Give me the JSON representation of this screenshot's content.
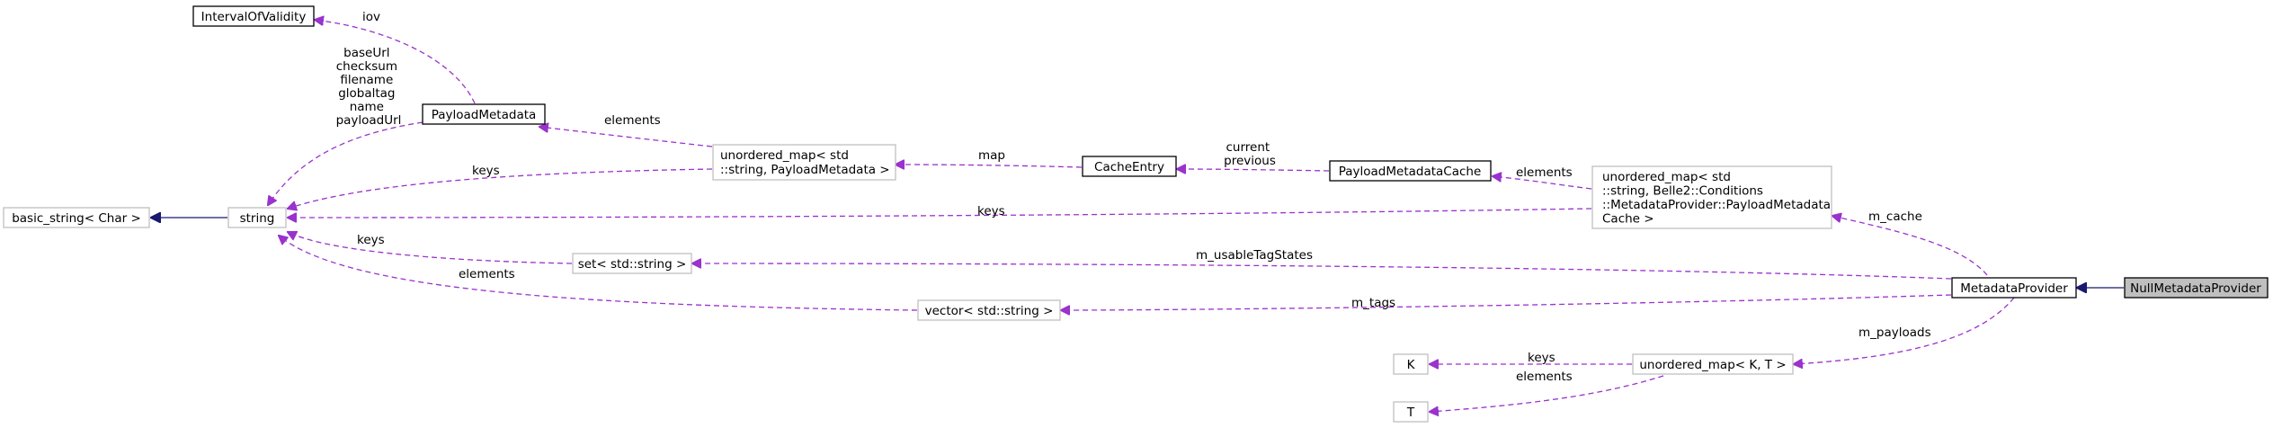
{
  "colors": {
    "usage_edge": "#9a32cd",
    "inheritance_edge": "#191970",
    "highlight_fill": "#bfbfbf",
    "documented_border": "#000000",
    "undocumented_border": "#bfbfbf"
  },
  "nodes": {
    "null_metadata_provider": "NullMetadataProvider",
    "metadata_provider": "MetadataProvider",
    "unordered_map_cache": [
      "unordered_map< std",
      "::string, Belle2::Conditions",
      "::MetadataProvider::PayloadMetadata",
      "Cache >"
    ],
    "payload_metadata_cache": "PayloadMetadataCache",
    "cache_entry": "CacheEntry",
    "unordered_map_payload": [
      "unordered_map< std",
      "::string, PayloadMetadata >"
    ],
    "payload_metadata": "PayloadMetadata",
    "interval_of_validity": "IntervalOfValidity",
    "string": "string",
    "basic_string": "basic_string< Char >",
    "set_string": "set< std::string >",
    "vector_string": "vector< std::string >",
    "unordered_map_kt": "unordered_map< K, T >",
    "k": "K",
    "t": "T"
  },
  "edges": {
    "iov": "iov",
    "pm_fields": [
      "baseUrl",
      "checksum",
      "filename",
      "globaltag",
      "name",
      "payloadUrl"
    ],
    "elements_pm": "elements",
    "keys_um_payload": "keys",
    "map": "map",
    "current_previous": [
      "current",
      "previous"
    ],
    "elements_cache": "elements",
    "keys_um_cache": "keys",
    "m_cache": "m_cache",
    "keys_set": "keys",
    "m_usable_tag_states": "m_usableTagStates",
    "elements_vector": "elements",
    "m_tags": "m_tags",
    "m_payloads": "m_payloads",
    "keys_k": "keys",
    "elements_t": "elements"
  }
}
